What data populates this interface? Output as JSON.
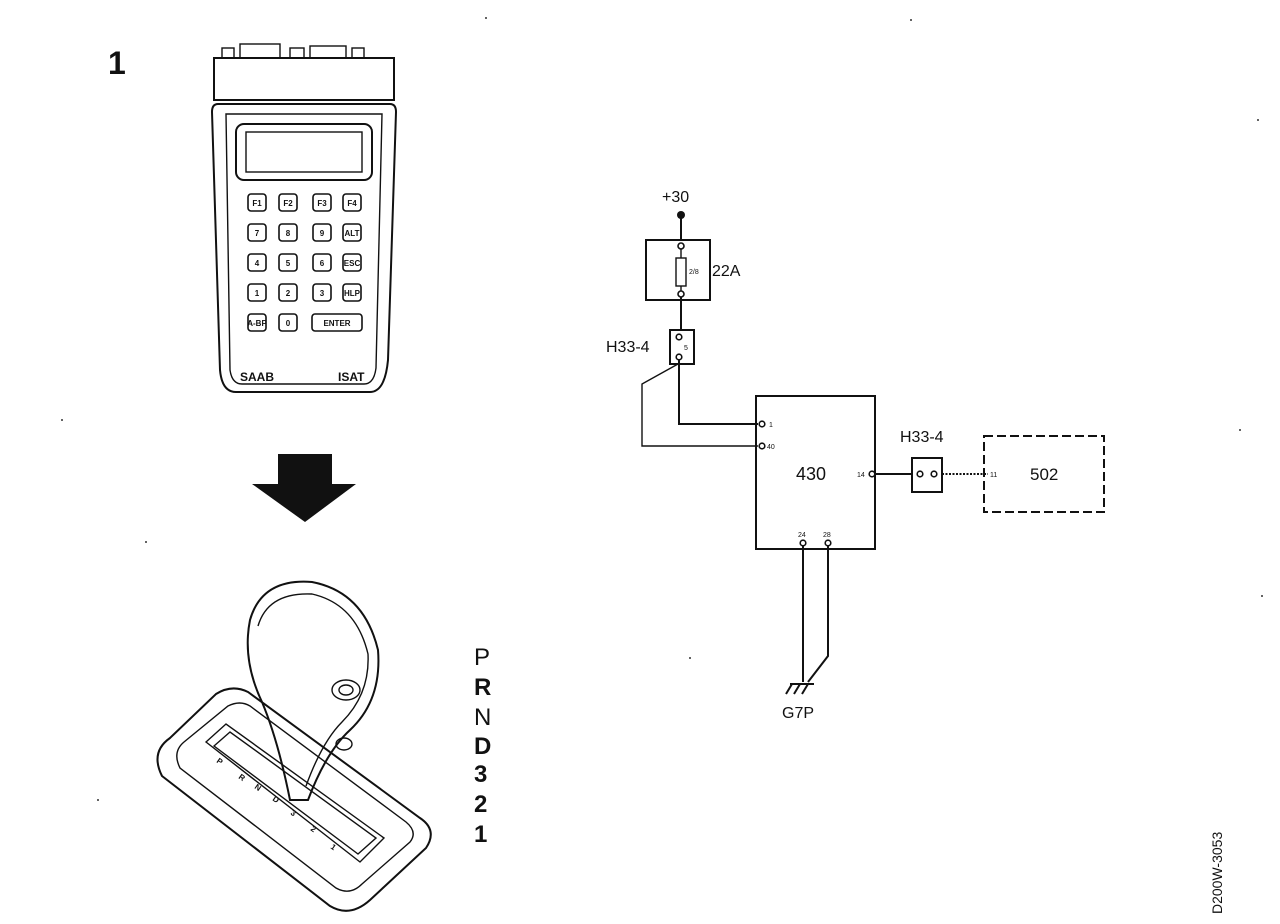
{
  "step_number": "1",
  "tester": {
    "brand": "SAAB",
    "model": "ISAT",
    "keys": [
      [
        "F1",
        "F2",
        "F3",
        "F4"
      ],
      [
        "7",
        "8",
        "9",
        "ALT"
      ],
      [
        "4",
        "5",
        "6",
        "ESC"
      ],
      [
        "1",
        "2",
        "3",
        "HLP"
      ],
      [
        "A-BP",
        "0",
        "ENTER"
      ]
    ]
  },
  "gear_positions": [
    {
      "label": "P",
      "bold": false
    },
    {
      "label": "R",
      "bold": true
    },
    {
      "label": "N",
      "bold": false
    },
    {
      "label": "D",
      "bold": true
    },
    {
      "label": "3",
      "bold": true
    },
    {
      "label": "2",
      "bold": true
    },
    {
      "label": "1",
      "bold": true
    }
  ],
  "circuit": {
    "supply_label": "+30",
    "fuse_label": "22A",
    "fuse_rating": "2/8",
    "connector_left_label": "H33-4",
    "connector_left_pin": "5",
    "ecu_label": "430",
    "ecu_pin_1": "1",
    "ecu_pin_40": "40",
    "ecu_pin_14": "14",
    "ecu_pin_24": "24",
    "ecu_pin_28": "28",
    "connector_right_label": "H33-4",
    "module_label": "502",
    "module_pin": "11",
    "ground_label": "G7P"
  },
  "figure_code": "D200W-3053"
}
